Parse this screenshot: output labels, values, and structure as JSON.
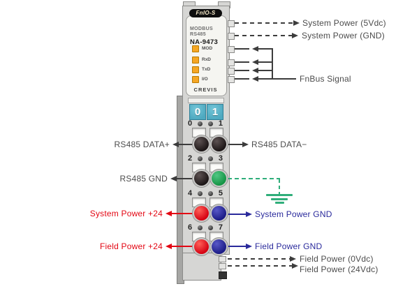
{
  "module": {
    "series_badge": "FnIO-S",
    "protocol_line1": "MODBUS",
    "protocol_line2": "RS485",
    "model": "NA-9473",
    "brand": "CREVIS",
    "leds": [
      "MOD",
      "RxD",
      "TxD",
      "I/O"
    ],
    "rotary_digits": [
      "0",
      "1"
    ],
    "terminal_rows": [
      {
        "left_num": "0",
        "right_num": "1",
        "left_color": "black",
        "right_color": "black"
      },
      {
        "left_num": "2",
        "right_num": "3",
        "left_color": "black",
        "right_color": "green"
      },
      {
        "left_num": "4",
        "right_num": "5",
        "left_color": "red",
        "right_color": "blue"
      },
      {
        "left_num": "6",
        "right_num": "7",
        "left_color": "red",
        "right_color": "blue"
      }
    ]
  },
  "annotations": {
    "system_power_5vdc": "System Power (5Vdc)",
    "system_power_gnd_top": "System Power (GND)",
    "fnbus_signal": "FnBus Signal",
    "rs485_data_plus": "RS485 DATA+",
    "rs485_data_minus": "RS485 DATA−",
    "rs485_gnd": "RS485 GND",
    "system_power_plus24": "System Power +24",
    "system_power_gnd": "System Power GND",
    "field_power_plus24": "Field Power +24",
    "field_power_gnd": "Field Power GND",
    "field_power_0vdc": "Field Power (0Vdc)",
    "field_power_24vdc": "Field Power (24Vdc)"
  },
  "colors": {
    "led_orange": "#f5a623",
    "switch_teal": "#4ea9c0",
    "terminal_black": "#1d1717",
    "terminal_green": "#149344",
    "terminal_red": "#d50011",
    "terminal_blue": "#1b1b85",
    "wire_neutral": "#3c3c3c",
    "wire_red": "#e30613",
    "wire_blue": "#2a2a9c",
    "earth_green": "#2fae7a",
    "label_neutral": "#4c4c4c"
  }
}
